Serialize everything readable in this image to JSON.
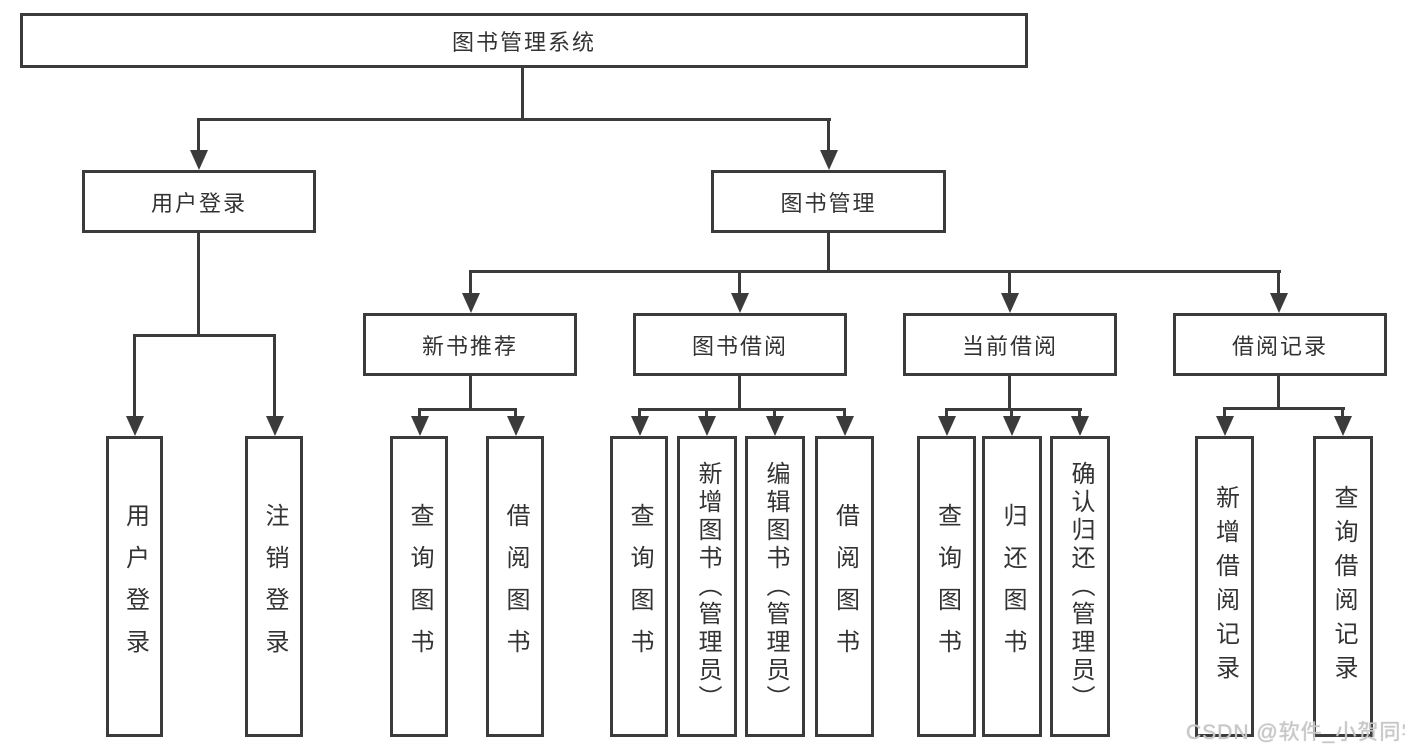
{
  "nodes": {
    "root": {
      "label": "图书管理系统"
    },
    "user_login": {
      "label": "用户登录"
    },
    "book_mgmt": {
      "label": "图书管理"
    },
    "new_book_rec": {
      "label": "新书推荐"
    },
    "book_borrow": {
      "label": "图书借阅"
    },
    "current_borrow": {
      "label": "当前借阅"
    },
    "borrow_records": {
      "label": "借阅记录"
    },
    "leaf_user_login": {
      "label": "用户登录"
    },
    "leaf_logout": {
      "label": "注销登录"
    },
    "leaf_rec_query": {
      "label": "查询图书"
    },
    "leaf_rec_borrow": {
      "label": "借阅图书"
    },
    "leaf_bb_query": {
      "label": "查询图书"
    },
    "leaf_bb_add": {
      "label": "新增图书（管理员）"
    },
    "leaf_bb_edit": {
      "label": "编辑图书（管理员）"
    },
    "leaf_bb_borrow": {
      "label": "借阅图书"
    },
    "leaf_cb_query": {
      "label": "查询图书"
    },
    "leaf_cb_return": {
      "label": "归还图书"
    },
    "leaf_cb_confirm": {
      "label": "确认归还（管理员）"
    },
    "leaf_br_add": {
      "label": "新增借阅记录"
    },
    "leaf_br_query": {
      "label": "查询借阅记录"
    }
  },
  "tree": {
    "图书管理系统": {
      "用户登录": [
        "用户登录",
        "注销登录"
      ],
      "图书管理": {
        "新书推荐": [
          "查询图书",
          "借阅图书"
        ],
        "图书借阅": [
          "查询图书",
          "新增图书（管理员）",
          "编辑图书（管理员）",
          "借阅图书"
        ],
        "当前借阅": [
          "查询图书",
          "归还图书",
          "确认归还（管理员）"
        ],
        "借阅记录": [
          "新增借阅记录",
          "查询借阅记录"
        ]
      }
    }
  },
  "colors": {
    "line": "#3b3b3b",
    "box_border": "#3b3b3b",
    "text": "#333333",
    "watermark": "#c7c7c7",
    "background": "#ffffff"
  },
  "watermark": {
    "text": "CSDN @软件_小贺同学"
  }
}
